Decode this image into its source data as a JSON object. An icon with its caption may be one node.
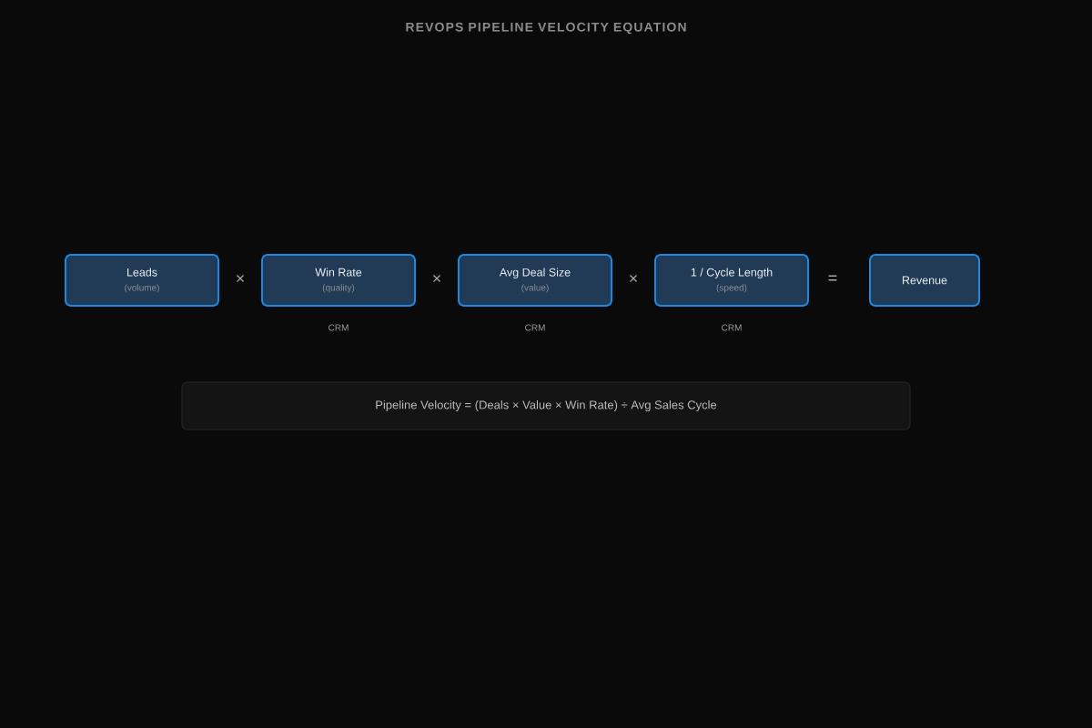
{
  "diagram": {
    "title": "REVOPS PIPELINE VELOCITY EQUATION",
    "nodes": [
      {
        "text": [
          "Leads",
          "(volume)"
        ]
      },
      {
        "text": [
          "Win Rate",
          "(quality)"
        ],
        "beside": [
          "CRM"
        ]
      },
      {
        "text": [
          "Avg Deal Size",
          "(value)"
        ],
        "beside": [
          "CRM"
        ]
      },
      {
        "text": [
          "1 / Cycle Length",
          "(speed)"
        ],
        "beside": [
          "CRM"
        ]
      },
      {
        "text": [
          "Revenue"
        ]
      },
      {
        "text": [
          "Pipeline Velocity = (Deals × Value × Win Rate) ÷ Avg Sales Cycle"
        ]
      }
    ],
    "labels": [
      "×",
      "×",
      "×",
      "="
    ]
  }
}
